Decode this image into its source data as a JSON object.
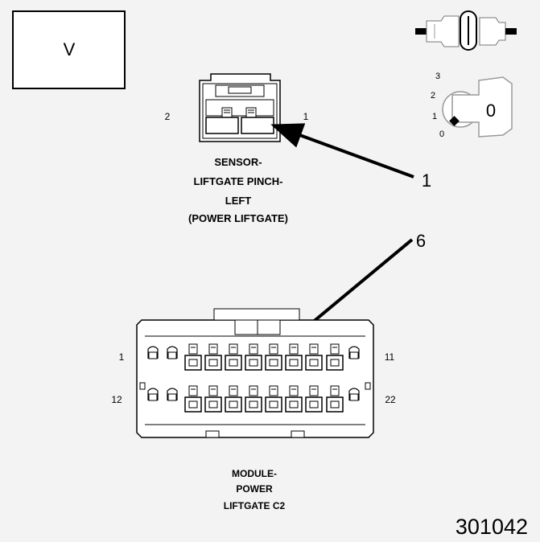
{
  "view_box_label": "V",
  "ignition_key": {
    "positions": [
      "3",
      "2",
      "1",
      "0"
    ],
    "key_label": "0"
  },
  "sensor_connector": {
    "pin_left": "2",
    "pin_right": "1",
    "title_lines": [
      "SENSOR-",
      "LIFTGATE PINCH-",
      "LEFT",
      "(POWER LIFTGATE)"
    ]
  },
  "module_connector": {
    "pin_top_left": "1",
    "pin_top_right": "11",
    "pin_bottom_left": "12",
    "pin_bottom_right": "22",
    "title_lines": [
      "MODULE-",
      "POWER",
      "LIFTGATE C2"
    ]
  },
  "callouts": {
    "sensor_pin": "1",
    "module_pin": "6"
  },
  "figure_id": "301042"
}
